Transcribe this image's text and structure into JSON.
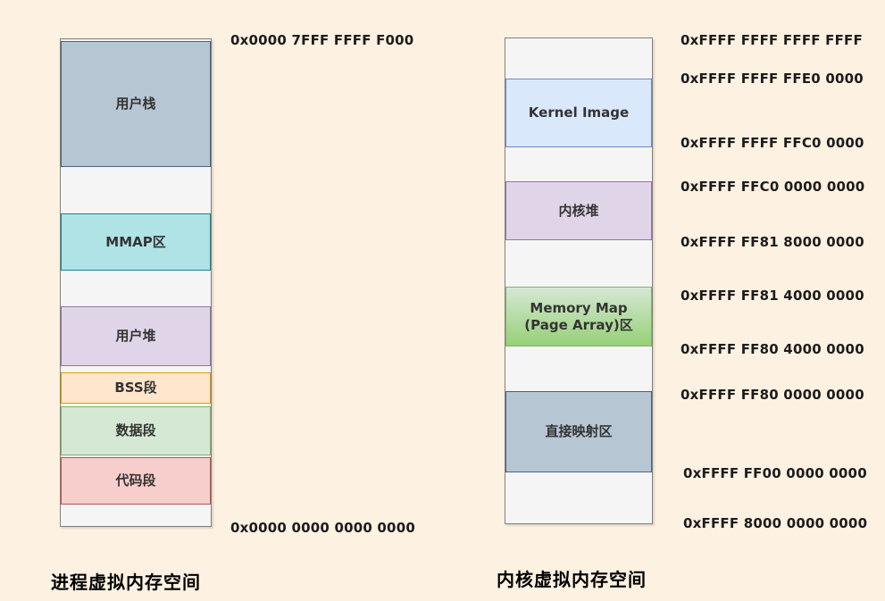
{
  "background_color": "#fdf1e1",
  "left_column": {
    "caption": "进程虚拟内存空间",
    "top_address": "0x0000 7FFF FFFF F000",
    "bottom_address": "0x0000 0000 0000 0000",
    "box_fill": "#f5f5f5",
    "segments": [
      {
        "label": "用户栈",
        "fill": "#b7c6d3",
        "border": "#45647a"
      },
      {
        "label": "MMAP区",
        "fill": "#b0e3e6",
        "border": "#13878e"
      },
      {
        "label": "用户堆",
        "fill": "#e0d5e8",
        "border": "#9673a6"
      },
      {
        "label": "BSS段",
        "fill": "#ffe6cc",
        "border": "#d79b00"
      },
      {
        "label": "数据段",
        "fill": "#d5e8d4",
        "border": "#82b366"
      },
      {
        "label": "代码段",
        "fill": "#f8cecc",
        "border": "#b85450"
      }
    ]
  },
  "right_column": {
    "caption": "内核虚拟内存空间",
    "box_fill": "#f5f5f5",
    "segments": [
      {
        "label": "Kernel Image",
        "fill": "#dae8fc",
        "border": "#6c8ebf"
      },
      {
        "label": "内核堆",
        "fill": "#e0d5e8",
        "border": "#9673a6"
      },
      {
        "label": "Memory Map (Page Array)区",
        "label_line1": "Memory Map",
        "label_line2": "(Page Array)区",
        "fill_top": "#d5e8d4",
        "fill_bottom": "#97d077",
        "border": "#82b366"
      },
      {
        "label": "直接映射区",
        "fill": "#b7c6d3",
        "border": "#45647a"
      }
    ],
    "addresses": [
      "0xFFFF FFFF FFFF FFFF",
      "0xFFFF FFFF FFE0 0000",
      "0xFFFF FFFF FFC0 0000",
      "0xFFFF FFC0 0000 0000",
      "0xFFFF FF81 8000 0000",
      "0xFFFF FF81 4000 0000",
      "0xFFFF FF80 4000 0000",
      "0xFFFF FF80 0000 0000",
      "0xFFFF FF00 0000 0000",
      "0xFFFF 8000 0000 0000"
    ]
  }
}
